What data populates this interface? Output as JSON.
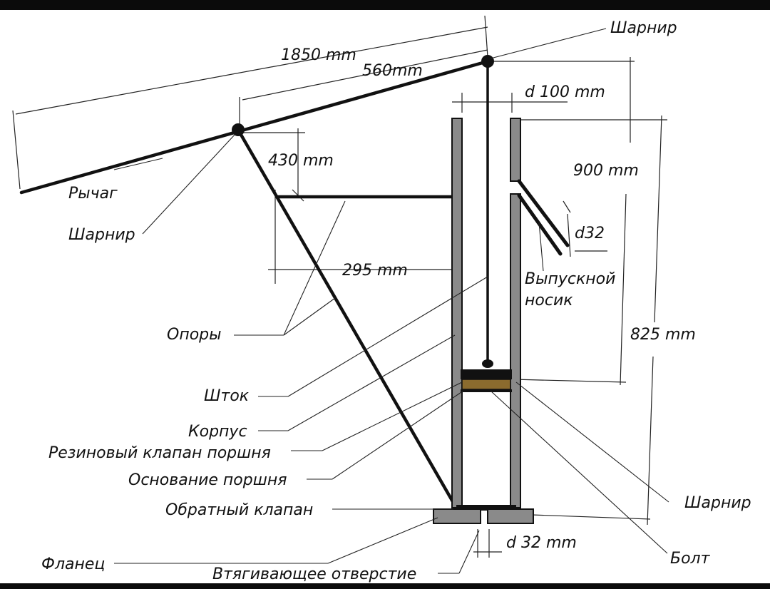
{
  "labels": {
    "hinge_top": "Шарнир",
    "lever": "Рычаг",
    "hinge_left": "Шарнир",
    "supports": "Опоры",
    "rod": "Шток",
    "body": "Корпус",
    "rubber_valve": "Резиновый клапан поршня",
    "piston_base": "Основание поршня",
    "check_valve": "Обратный клапан",
    "flange": "Фланец",
    "intake_hole": "Втягивающее отверстие",
    "outlet_line1": "Выпускной",
    "outlet_line2": "носик",
    "hinge_bottom": "Шарнир",
    "bolt": "Болт"
  },
  "dimensions": {
    "lever_length": "1850 mm",
    "lever_short": "560mm",
    "support_height": "430 mm",
    "support_offset": "295 mm",
    "pipe_diameter": "d 100 mm",
    "rod_stroke": "900 mm",
    "outlet_diameter": "d32",
    "body_height": "825 mm",
    "intake_diameter": "d 32 mm"
  },
  "colors": {
    "background": "#ffffff",
    "frame": "#0b0b0b",
    "tube_fill": "#8a8a8a",
    "valve_brown": "#8b6b2e"
  }
}
